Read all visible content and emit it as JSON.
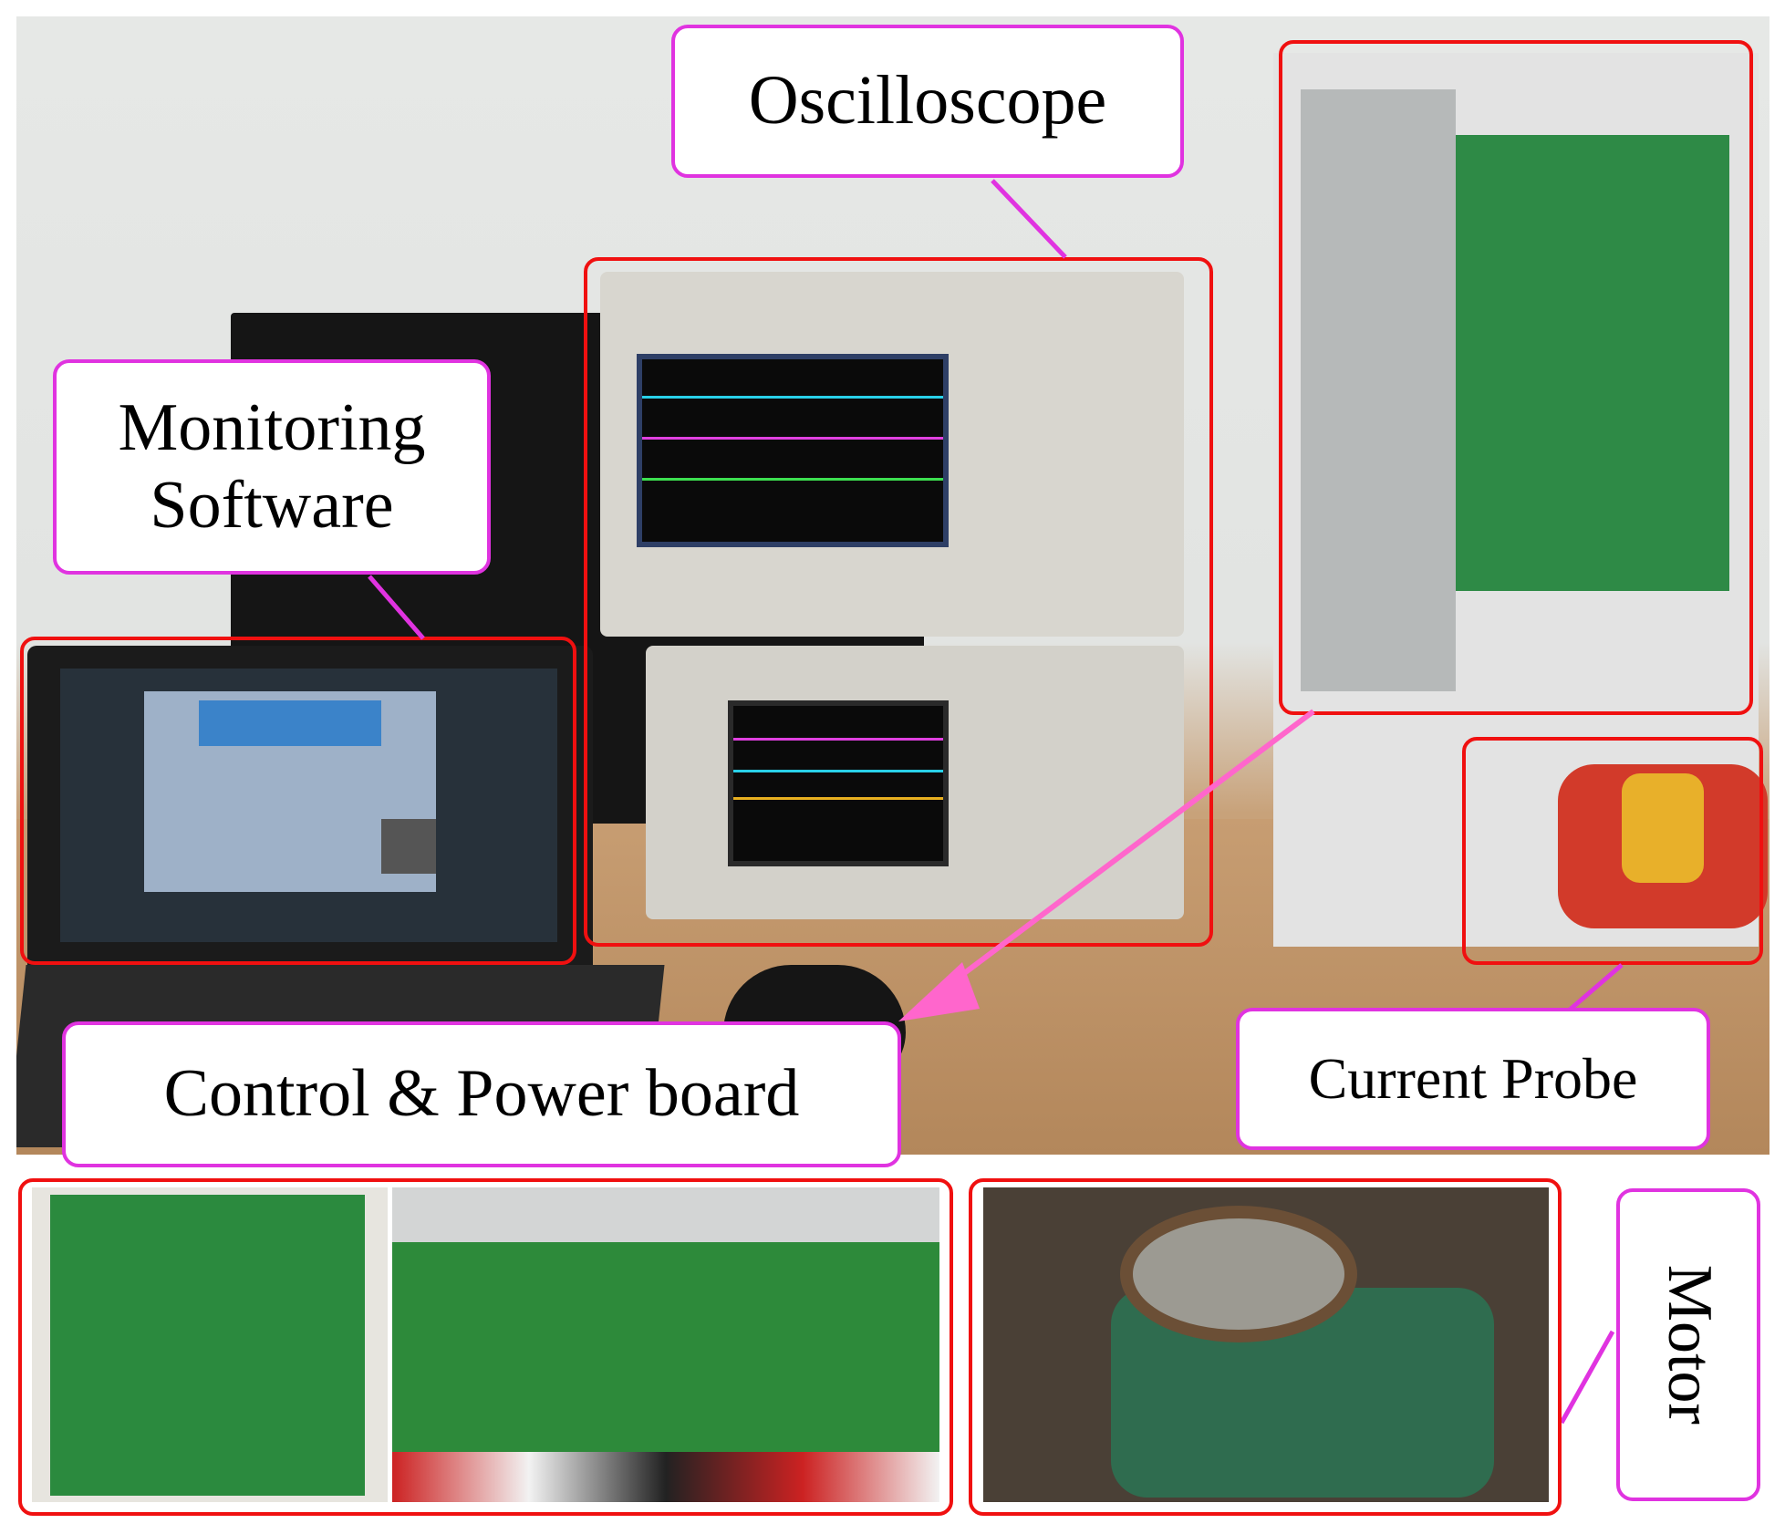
{
  "labels": {
    "oscilloscope": "Oscilloscope",
    "monitoring_software_line1": "Monitoring",
    "monitoring_software_line2": "Software",
    "control_power_board": "Control & Power board",
    "current_probe": "Current Probe",
    "motor": "Motor"
  },
  "colors": {
    "highlight_frame": "#f01010",
    "label_border": "#e033e0",
    "arrow": "#ff66cc"
  }
}
